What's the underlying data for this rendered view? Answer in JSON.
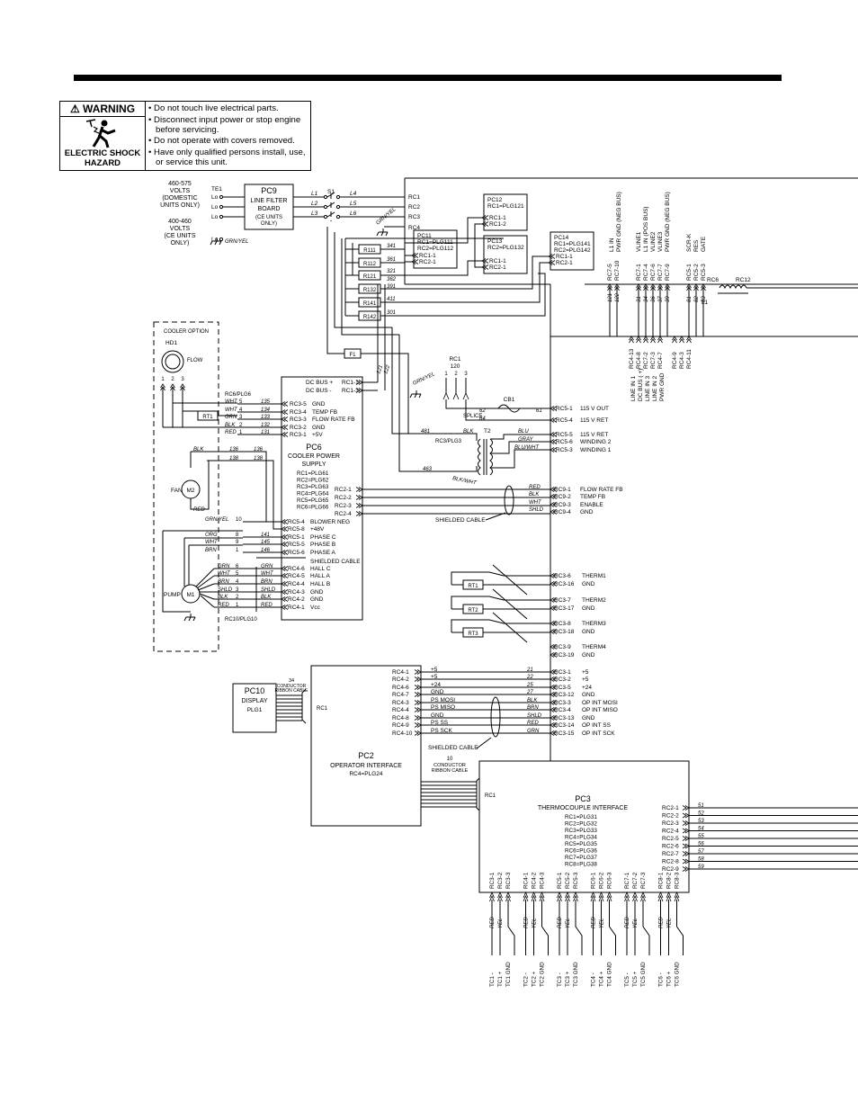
{
  "warning": {
    "title": "WARNING",
    "hazard": "ELECTRIC SHOCK HAZARD",
    "items": [
      "Do not touch live electrical parts.",
      "Disconnect input power or stop engine before servicing.",
      "Do not operate with covers removed.",
      "Have only qualified persons install, use, or service this unit."
    ]
  },
  "boards": {
    "pc9": [
      "PC9",
      "LINE FILTER",
      "BOARD",
      "(CE UNITS",
      "ONLY)"
    ],
    "pc11": [
      "PC11",
      "RC1=PLG111",
      "RC2=PLG112"
    ],
    "pc12": [
      "PC12",
      "RC1=PLG121"
    ],
    "pc13": [
      "PC13",
      "RC2=PLG132"
    ],
    "pc14": [
      "PC14",
      "RC1=PLG141",
      "RC2=PLG142"
    ],
    "pc6": [
      "PC6",
      "COOLER POWER",
      "SUPPLY",
      "RC1=PLG61",
      "RC2=PLG62",
      "RC3=PLG63",
      "RC4=PLG64",
      "RC5=PLG65",
      "RC6=PLG66"
    ],
    "pc10": [
      "PC10",
      "DISPLAY",
      "PLG1"
    ],
    "pc2": [
      "PC2",
      "OPERATOR INTERFACE",
      "RC4=PLG24"
    ],
    "pc3": [
      "PC3",
      "THERMOCOUPLE INTERFACE",
      "RC1=PLG31",
      "RC2=PLG32",
      "RC3=PLG33",
      "RC4=PLG34",
      "RC5=PLG35",
      "RC6=PLG36",
      "RC7=PLG37",
      "RC8=PLG38"
    ]
  },
  "input": {
    "volts_a": [
      "460-575",
      "VOLTS",
      "(DOMESTIC",
      "UNITS ONLY)"
    ],
    "volts_b": [
      "400-460",
      "VOLTS",
      "(CE UNITS",
      "ONLY)"
    ],
    "te1": "TE1",
    "lo": [
      "Lo",
      "Lo",
      "Lo",
      "Lo"
    ],
    "s1": "S1",
    "lines_in": [
      "L1",
      "L2",
      "L3"
    ],
    "lines_out": [
      "L4",
      "L5",
      "L6"
    ],
    "grn_yel": "GRN/YEL",
    "rc": [
      "RC1",
      "RC2",
      "RC3",
      "RC4"
    ]
  },
  "pc_small": {
    "pc11_pins": [
      "RC1-1",
      "RC2-1"
    ],
    "pc12_pins": [
      "RC1-1",
      "RC1-2"
    ],
    "pc13_pins": [
      "RC1-1",
      "RC2-1"
    ],
    "pc14_pins": [
      "RC1-1",
      "RC2-1"
    ]
  },
  "resistors": {
    "names": [
      "R111",
      "R112",
      "R121",
      "R132",
      "R141",
      "R142"
    ],
    "wires": [
      "341",
      "361",
      "321",
      "362",
      "391",
      "411",
      "301"
    ]
  },
  "top_right": {
    "cols": [
      "RC7-5",
      "RC7-10",
      "RC7-1",
      "RC7-4",
      "RC7-6",
      "RC7-7",
      "RC7-9",
      "RC5-1",
      "RC5-2",
      "RC5-3"
    ],
    "wires": [
      "121",
      "122",
      "31",
      "34",
      "36",
      "37",
      "39",
      "81",
      "82",
      "83"
    ],
    "labels": [
      "L1 IN",
      "PWR GND (NEG BUS)",
      "VLINE1",
      "L1 IN (POS BUS)",
      "VLINE2",
      "VLINE3",
      "PWR GND (NEG BUS)",
      "SCR-K",
      "RES",
      "GATE"
    ],
    "rc6": "RC6",
    "rc12": "RC12",
    "l1": "L1",
    "lower_cols": [
      "RC4-13",
      "RC4-8",
      "RC7-2",
      "RC7-3",
      "RC4-7",
      "RC4-9",
      "RC4-3",
      "RC4-11"
    ],
    "lower_labels": [
      "LINE IN 1",
      "DC BUS ( +)",
      "LINE IN 3",
      "LINE IN 2",
      "PWR GND"
    ]
  },
  "cooler": {
    "title": "COOLER OPTION",
    "hd1": "HD1",
    "flow": "FLOW",
    "pins": [
      "1",
      "2",
      "3"
    ],
    "rc6": "RC6/PLG6",
    "rt1": "RT1",
    "fan": "FAN",
    "m2": "M2",
    "pump": "PUMP",
    "m1": "M1",
    "rc10": "RC10/PLG10",
    "blk": "BLK",
    "red": "RED"
  },
  "pc6_pins": {
    "left": [
      {
        "n": "DC BUS +",
        "p": "RC1-1",
        "w": "121"
      },
      {
        "n": "DC BUS -",
        "p": "RC1-3",
        "w": "122"
      }
    ],
    "rc3": [
      {
        "c": "WHT",
        "s": "5",
        "w": "135",
        "p": "RC3-5",
        "f": "GND"
      },
      {
        "c": "WHT",
        "s": "4",
        "w": "134",
        "p": "RC3-4",
        "f": "TEMP FB"
      },
      {
        "c": "GRN",
        "s": "3",
        "w": "133",
        "p": "RC3-3",
        "f": "FLOW RATE FB"
      },
      {
        "c": "BLK",
        "s": "2",
        "w": "132",
        "p": "RC3-2",
        "f": "GND"
      },
      {
        "c": "RED",
        "s": "1",
        "w": "131",
        "p": "RC3-1",
        "f": "+5V"
      }
    ],
    "fan_w": [
      "136",
      "136",
      "138",
      "138"
    ],
    "rc2": [
      "RC2-1",
      "RC2-2",
      "RC2-3",
      "RC2-4"
    ],
    "rc5": [
      {
        "c": "GRN/YEL",
        "s": "10",
        "w": "",
        "p": "RC5-4",
        "f": "BLOWER NEG"
      },
      {
        "c": "",
        "s": "",
        "w": "",
        "p": "RC5-8",
        "f": "+48V"
      },
      {
        "c": "ORG",
        "s": "8",
        "w": "141",
        "p": "RC5-1",
        "f": "PHASE C"
      },
      {
        "c": "WHT",
        "s": "9",
        "w": "145",
        "p": "RC5-5",
        "f": "PHASE B"
      },
      {
        "c": "BRN",
        "s": "1",
        "w": "146",
        "p": "RC5-6",
        "f": "PHASE A"
      }
    ],
    "shielded": "SHIELDED CABLE",
    "rc4": [
      {
        "c": "GRN",
        "s": "6",
        "c2": "GRN",
        "p": "RC4-6",
        "f": "HALL C"
      },
      {
        "c": "WHT",
        "s": "5",
        "c2": "WHT",
        "p": "RC4-5",
        "f": "HALL A"
      },
      {
        "c": "BRN",
        "s": "4",
        "c2": "BRN",
        "p": "RC4-4",
        "f": "HALL B"
      },
      {
        "c": "SHLD",
        "s": "3",
        "c2": "SHLD",
        "p": "RC4-3",
        "f": "GND"
      },
      {
        "c": "BLK",
        "s": "2",
        "c2": "BLK",
        "p": "RC4-2",
        "f": "GND"
      },
      {
        "c": "RED",
        "s": "1",
        "c2": "RED",
        "p": "RC4-1",
        "f": "Vcc"
      }
    ]
  },
  "center": {
    "rc1": [
      "RC1",
      "120"
    ],
    "rc1_pins": [
      "1",
      "2",
      "3"
    ],
    "grn_yel": "GRN/YEL",
    "splice": "SPLICE",
    "cb1": "CB1",
    "w62": "62",
    "w64": "64",
    "w61": "61",
    "w481": "481",
    "blk": "BLK",
    "rc3plg3": "RC3/PLG3",
    "t2": "T2",
    "blu": "BLU",
    "gray": "GRAY",
    "bluwht": "BLU/WHT",
    "w463": "463",
    "blkwht": "BLK/WHT",
    "f1": "F1",
    "shielded": "SHIELDED CABLE"
  },
  "right_rc5": [
    {
      "p": "RC5-1",
      "f": "115 V OUT"
    },
    {
      "p": "RC5-4",
      "f": "115 V RET"
    },
    {
      "p": "RC5-5",
      "f": "115 V RET"
    },
    {
      "p": "RC5-6",
      "f": "WINDING 2"
    },
    {
      "p": "RC5-3",
      "f": "WINDING 1"
    }
  ],
  "right_rc9": [
    {
      "c": "RED",
      "p": "RC9-1",
      "f": "FLOW RATE FB"
    },
    {
      "c": "BLK",
      "p": "RC9-2",
      "f": "TEMP FB"
    },
    {
      "c": "WHT",
      "p": "RC9-3",
      "f": "ENABLE"
    },
    {
      "c": "SHLD",
      "p": "RC9-4",
      "f": "GND"
    }
  ],
  "therm": {
    "rts": [
      "RT1",
      "RT2",
      "RT3"
    ],
    "pins": [
      {
        "p": "RC3-6",
        "f": "THERM1"
      },
      {
        "p": "RC3-16",
        "f": "GND"
      },
      {
        "p": "RC3-7",
        "f": "THERM2"
      },
      {
        "p": "RC3-17",
        "f": "GND"
      },
      {
        "p": "RC3-8",
        "f": "THERM3"
      },
      {
        "p": "RC3-18",
        "f": "GND"
      },
      {
        "p": "RC3-9",
        "f": "THERM4"
      },
      {
        "p": "RC3-19",
        "f": "GND"
      }
    ]
  },
  "pc2_rows": [
    {
      "l": "RC4-1",
      "s": "+5",
      "w": "21",
      "p": "RC3-1",
      "f": "+5"
    },
    {
      "l": "RC4-2",
      "s": "+5",
      "w": "22",
      "p": "RC3-2",
      "f": "+5"
    },
    {
      "l": "RC4-6",
      "s": "+24",
      "w": "25",
      "p": "RC3-5",
      "f": "+24"
    },
    {
      "l": "RC4-7",
      "s": "GND",
      "w": "27",
      "p": "RC3-12",
      "f": "GND"
    },
    {
      "l": "RC4-3",
      "s": "PS MOSI",
      "w": "BLK",
      "p": "RC3-3",
      "f": "OP INT MOSI"
    },
    {
      "l": "RC4-4",
      "s": "PS MISO",
      "w": "BRN",
      "p": "RC3-4",
      "f": "OP INT MISO"
    },
    {
      "l": "RC4-8",
      "s": "GND",
      "w": "SHLD",
      "p": "RC3-13",
      "f": "GND"
    },
    {
      "l": "RC4-9",
      "s": "PS SS",
      "w": "RED",
      "p": "RC3-14",
      "f": "OP INT SS"
    },
    {
      "l": "RC4-10",
      "s": "PS SCK",
      "w": "GRN",
      "p": "RC3-15",
      "f": "OP INT SCK"
    }
  ],
  "ribbons": {
    "r34": [
      "34",
      "CONDUCTOR",
      "RIBBON CABLE"
    ],
    "r10": [
      "10",
      "CONDUCTOR",
      "RIBBON CABLE"
    ],
    "rc1": "RC1",
    "shielded": "SHIELDED CABLE"
  },
  "pc3_rc2": [
    {
      "p": "RC2-1",
      "w": "51"
    },
    {
      "p": "RC2-2",
      "w": "52"
    },
    {
      "p": "RC2-3",
      "w": "53"
    },
    {
      "p": "RC2-4",
      "w": "54"
    },
    {
      "p": "RC2-5",
      "w": "55"
    },
    {
      "p": "RC2-6",
      "w": "56"
    },
    {
      "p": "RC2-7",
      "w": "57"
    },
    {
      "p": "RC2-8",
      "w": "58"
    },
    {
      "p": "RC2-9",
      "w": "59"
    }
  ],
  "pc3_bottom": {
    "pins": [
      "RC3-1",
      "RC3-2",
      "RC3-3",
      "RC4-1",
      "RC4-2",
      "RC4-3",
      "RC5-1",
      "RC5-2",
      "RC5-3",
      "RC6-1",
      "RC6-2",
      "RC6-3",
      "RC7-1",
      "RC7-2",
      "RC7-3",
      "RC8-1",
      "RC8-2",
      "RC8-3"
    ],
    "colors": [
      "RED",
      "YEL"
    ],
    "tc": [
      "TC1 -",
      "TC1 +",
      "TC1 GND",
      "TC2 -",
      "TC2 +",
      "TC2 GND",
      "TC3 -",
      "TC3 +",
      "TC3 GND",
      "TC4 -",
      "TC4 +",
      "TC4 GND",
      "TC5 -",
      "TC5 +",
      "TC5 GND",
      "TC6 -",
      "TC6 +",
      "TC6 GND"
    ]
  }
}
